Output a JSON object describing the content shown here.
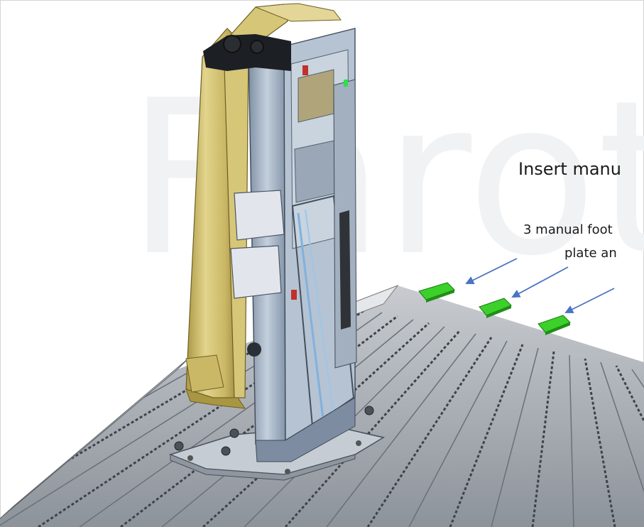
{
  "annotation": {
    "title": "Insert manu",
    "note_line1": "3 manual foot",
    "note_line2": "plate an"
  },
  "watermark": {
    "text": "Fnrot"
  },
  "colors": {
    "frame_steel": "#a9b8c9",
    "frame_dark": "#6f8094",
    "yellow_panel": "#d8c77a",
    "yellow_dark": "#a99642",
    "rail_light": "#c9cdd2",
    "rail_dark": "#3d4348",
    "foot_green": "#3bd12a",
    "arrow_blue": "#4a74c4",
    "watermark": "#f1f2f3"
  },
  "icons": {
    "arrow": "arrow-icon",
    "foot_block": "green-foot-block-icon",
    "knob": "knob-icon"
  }
}
